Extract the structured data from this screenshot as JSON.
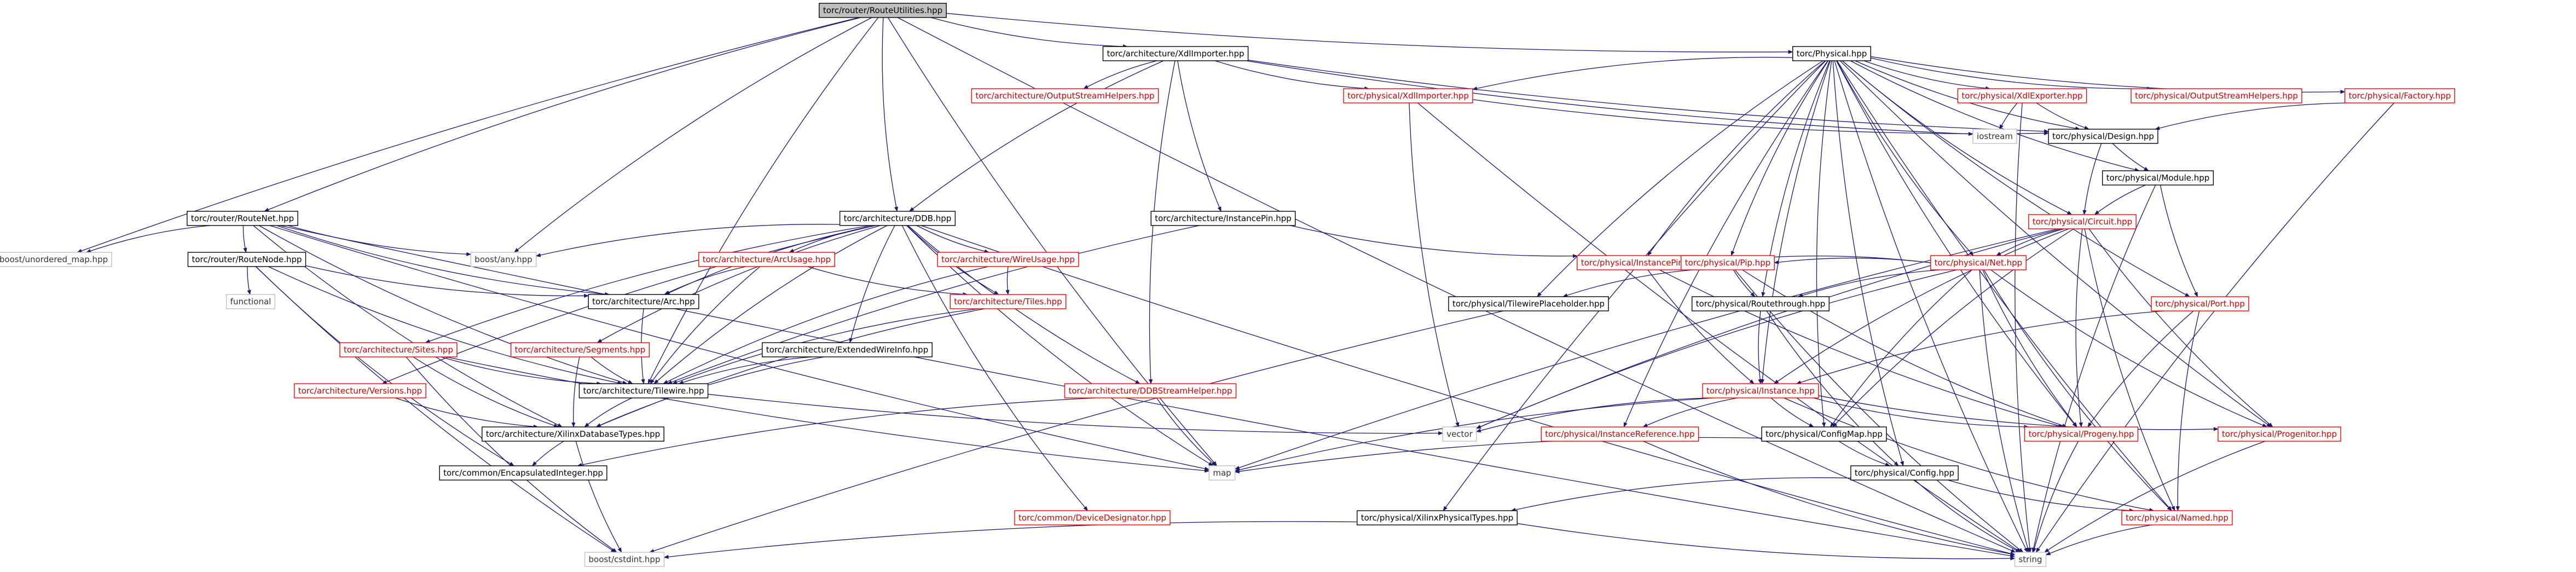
{
  "colors": {
    "edge": "#191970",
    "normal_border": "#000000",
    "missing_border": "#ff0000",
    "root_fill": "#bfbfbf",
    "normal_text": "#000000",
    "missing_text": "#d00000",
    "external_border": "#bfbfbf",
    "external_text": "#333333"
  },
  "nodes": [
    {
      "id": "routeutilities",
      "label": "torc/router/RouteUtilities.hpp",
      "style": "root"
    },
    {
      "id": "xdlimporter",
      "label": "torc/architecture/XdlImporter.hpp",
      "style": "normal"
    },
    {
      "id": "physical",
      "label": "torc/Physical.hpp",
      "style": "normal"
    },
    {
      "id": "arch_outstream",
      "label": "torc/architecture/OutputStreamHelpers.hpp",
      "style": "missing"
    },
    {
      "id": "phys_xdlimporter",
      "label": "torc/physical/XdlImporter.hpp",
      "style": "missing"
    },
    {
      "id": "phys_xdlexporter",
      "label": "torc/physical/XdlExporter.hpp",
      "style": "missing"
    },
    {
      "id": "phys_outstream",
      "label": "torc/physical/OutputStreamHelpers.hpp",
      "style": "missing"
    },
    {
      "id": "phys_factory",
      "label": "torc/physical/Factory.hpp",
      "style": "missing"
    },
    {
      "id": "iostream",
      "label": "iostream",
      "style": "external"
    },
    {
      "id": "design",
      "label": "torc/physical/Design.hpp",
      "style": "normal"
    },
    {
      "id": "module",
      "label": "torc/physical/Module.hpp",
      "style": "normal"
    },
    {
      "id": "circuit",
      "label": "torc/physical/Circuit.hpp",
      "style": "missing"
    },
    {
      "id": "net",
      "label": "torc/physical/Net.hpp",
      "style": "missing"
    },
    {
      "id": "routenet",
      "label": "torc/router/RouteNet.hpp",
      "style": "normal"
    },
    {
      "id": "unordered_map",
      "label": "boost/unordered_map.hpp",
      "style": "external"
    },
    {
      "id": "routenode",
      "label": "torc/router/RouteNode.hpp",
      "style": "normal"
    },
    {
      "id": "functional",
      "label": "functional",
      "style": "external"
    },
    {
      "id": "ddb",
      "label": "torc/architecture/DDB.hpp",
      "style": "normal"
    },
    {
      "id": "boost_any",
      "label": "boost/any.hpp",
      "style": "external"
    },
    {
      "id": "arch_instancepin",
      "label": "torc/architecture/InstancePin.hpp",
      "style": "normal"
    },
    {
      "id": "arc_usage",
      "label": "torc/architecture/ArcUsage.hpp",
      "style": "missing"
    },
    {
      "id": "wire_usage",
      "label": "torc/architecture/WireUsage.hpp",
      "style": "missing"
    },
    {
      "id": "sites",
      "label": "torc/architecture/Sites.hpp",
      "style": "missing"
    },
    {
      "id": "segments",
      "label": "torc/architecture/Segments.hpp",
      "style": "missing"
    },
    {
      "id": "arc",
      "label": "torc/architecture/Arc.hpp",
      "style": "normal"
    },
    {
      "id": "tiles",
      "label": "torc/architecture/Tiles.hpp",
      "style": "missing"
    },
    {
      "id": "ext_wireinfo",
      "label": "torc/architecture/ExtendedWireInfo.hpp",
      "style": "normal"
    },
    {
      "id": "versions",
      "label": "torc/architecture/Versions.hpp",
      "style": "missing"
    },
    {
      "id": "tilewire",
      "label": "torc/architecture/Tilewire.hpp",
      "style": "normal"
    },
    {
      "id": "ddb_stream",
      "label": "torc/architecture/DDBStreamHelper.hpp",
      "style": "missing"
    },
    {
      "id": "xilinx_db_types",
      "label": "torc/architecture/XilinxDatabaseTypes.hpp",
      "style": "normal"
    },
    {
      "id": "encap_int",
      "label": "torc/common/EncapsulatedInteger.hpp",
      "style": "normal"
    },
    {
      "id": "dev_designator",
      "label": "torc/common/DeviceDesignator.hpp",
      "style": "missing"
    },
    {
      "id": "cstdint",
      "label": "boost/cstdint.hpp",
      "style": "external"
    },
    {
      "id": "phys_instancepin",
      "label": "torc/physical/InstancePin.hpp",
      "style": "missing"
    },
    {
      "id": "pip",
      "label": "torc/physical/Pip.hpp",
      "style": "missing"
    },
    {
      "id": "tilewire_placeholder",
      "label": "torc/physical/TilewirePlaceholder.hpp",
      "style": "normal"
    },
    {
      "id": "routethrough",
      "label": "torc/physical/Routethrough.hpp",
      "style": "normal"
    },
    {
      "id": "port",
      "label": "torc/physical/Port.hpp",
      "style": "missing"
    },
    {
      "id": "instance",
      "label": "torc/physical/Instance.hpp",
      "style": "missing"
    },
    {
      "id": "vector",
      "label": "vector",
      "style": "external"
    },
    {
      "id": "instance_ref",
      "label": "torc/physical/InstanceReference.hpp",
      "style": "missing"
    },
    {
      "id": "configmap",
      "label": "torc/physical/ConfigMap.hpp",
      "style": "normal"
    },
    {
      "id": "progeny",
      "label": "torc/physical/Progeny.hpp",
      "style": "missing"
    },
    {
      "id": "progenitor",
      "label": "torc/physical/Progenitor.hpp",
      "style": "missing"
    },
    {
      "id": "map",
      "label": "map",
      "style": "external"
    },
    {
      "id": "config",
      "label": "torc/physical/Config.hpp",
      "style": "normal"
    },
    {
      "id": "xilinx_phys_types",
      "label": "torc/physical/XilinxPhysicalTypes.hpp",
      "style": "normal"
    },
    {
      "id": "named",
      "label": "torc/physical/Named.hpp",
      "style": "missing"
    },
    {
      "id": "string",
      "label": "string",
      "style": "external"
    }
  ],
  "edges": [
    [
      "routeutilities",
      "xdlimporter"
    ],
    [
      "routeutilities",
      "physical"
    ],
    [
      "routeutilities",
      "routenet"
    ],
    [
      "routeutilities",
      "unordered_map"
    ],
    [
      "routeutilities",
      "ddb"
    ],
    [
      "routeutilities",
      "boost_any"
    ],
    [
      "routeutilities",
      "tilewire"
    ],
    [
      "routeutilities",
      "map"
    ],
    [
      "routeutilities",
      "string"
    ],
    [
      "xdlimporter",
      "arch_outstream"
    ],
    [
      "xdlimporter",
      "ddb"
    ],
    [
      "xdlimporter",
      "arch_instancepin"
    ],
    [
      "xdlimporter",
      "ddb_stream"
    ],
    [
      "xdlimporter",
      "phys_xdlimporter"
    ],
    [
      "xdlimporter",
      "design"
    ],
    [
      "xdlimporter",
      "iostream"
    ],
    [
      "physical",
      "phys_xdlimporter"
    ],
    [
      "physical",
      "phys_xdlexporter"
    ],
    [
      "physical",
      "phys_outstream"
    ],
    [
      "physical",
      "phys_factory"
    ],
    [
      "physical",
      "design"
    ],
    [
      "physical",
      "module"
    ],
    [
      "physical",
      "circuit"
    ],
    [
      "physical",
      "net"
    ],
    [
      "physical",
      "phys_instancepin"
    ],
    [
      "physical",
      "pip"
    ],
    [
      "physical",
      "tilewire_placeholder"
    ],
    [
      "physical",
      "routethrough"
    ],
    [
      "physical",
      "port"
    ],
    [
      "physical",
      "instance"
    ],
    [
      "physical",
      "instance_ref"
    ],
    [
      "physical",
      "configmap"
    ],
    [
      "physical",
      "config"
    ],
    [
      "physical",
      "progeny"
    ],
    [
      "physical",
      "named"
    ],
    [
      "physical",
      "xilinx_phys_types"
    ],
    [
      "physical",
      "string"
    ],
    [
      "physical",
      "progenitor"
    ],
    [
      "phys_xdlimporter",
      "design"
    ],
    [
      "phys_xdlimporter",
      "vector"
    ],
    [
      "phys_xdlimporter",
      "string"
    ],
    [
      "phys_xdlexporter",
      "design"
    ],
    [
      "phys_xdlexporter",
      "iostream"
    ],
    [
      "phys_xdlexporter",
      "string"
    ],
    [
      "phys_factory",
      "design"
    ],
    [
      "phys_factory",
      "string"
    ],
    [
      "design",
      "module"
    ],
    [
      "design",
      "circuit"
    ],
    [
      "module",
      "circuit"
    ],
    [
      "module",
      "port"
    ],
    [
      "module",
      "string"
    ],
    [
      "circuit",
      "net"
    ],
    [
      "circuit",
      "instance"
    ],
    [
      "circuit",
      "progeny"
    ],
    [
      "circuit",
      "progenitor"
    ],
    [
      "circuit",
      "map"
    ],
    [
      "circuit",
      "named"
    ],
    [
      "circuit",
      "vector"
    ],
    [
      "circuit",
      "configmap"
    ],
    [
      "net",
      "phys_instancepin"
    ],
    [
      "net",
      "pip"
    ],
    [
      "net",
      "routethrough"
    ],
    [
      "net",
      "configmap"
    ],
    [
      "net",
      "progeny"
    ],
    [
      "net",
      "progenitor"
    ],
    [
      "net",
      "named"
    ],
    [
      "net",
      "string"
    ],
    [
      "net",
      "vector"
    ],
    [
      "routenet",
      "unordered_map"
    ],
    [
      "routenet",
      "routenode"
    ],
    [
      "routenet",
      "arc"
    ],
    [
      "routenet",
      "tilewire"
    ],
    [
      "routenet",
      "boost_any"
    ],
    [
      "routenet",
      "map"
    ],
    [
      "routenet",
      "string"
    ],
    [
      "routenet",
      "xilinx_db_types"
    ],
    [
      "routenode",
      "functional"
    ],
    [
      "routenode",
      "arc"
    ],
    [
      "routenode",
      "tilewire"
    ],
    [
      "routenode",
      "cstdint"
    ],
    [
      "routenode",
      "encap_int"
    ],
    [
      "ddb",
      "boost_any"
    ],
    [
      "ddb",
      "arc_usage"
    ],
    [
      "ddb",
      "wire_usage"
    ],
    [
      "ddb",
      "sites"
    ],
    [
      "ddb",
      "segments"
    ],
    [
      "ddb",
      "arc"
    ],
    [
      "ddb",
      "tiles"
    ],
    [
      "ddb",
      "ext_wireinfo"
    ],
    [
      "ddb",
      "versions"
    ],
    [
      "ddb",
      "tilewire"
    ],
    [
      "ddb",
      "ddb_stream"
    ],
    [
      "ddb",
      "dev_designator"
    ],
    [
      "ddb",
      "map"
    ],
    [
      "ddb",
      "string"
    ],
    [
      "arch_instancepin",
      "tilewire"
    ],
    [
      "arch_instancepin",
      "phys_instancepin"
    ],
    [
      "arc_usage",
      "tiles"
    ],
    [
      "arc_usage",
      "arc"
    ],
    [
      "arc_usage",
      "tilewire"
    ],
    [
      "wire_usage",
      "tiles"
    ],
    [
      "wire_usage",
      "tilewire"
    ],
    [
      "sites",
      "xilinx_db_types"
    ],
    [
      "sites",
      "cstdint"
    ],
    [
      "sites",
      "tilewire"
    ],
    [
      "sites",
      "map"
    ],
    [
      "segments",
      "xilinx_db_types"
    ],
    [
      "segments",
      "tilewire"
    ],
    [
      "arc",
      "tilewire"
    ],
    [
      "tiles",
      "xilinx_db_types"
    ],
    [
      "tiles",
      "tilewire"
    ],
    [
      "ext_wireinfo",
      "tilewire"
    ],
    [
      "ext_wireinfo",
      "xilinx_db_types"
    ],
    [
      "versions",
      "xilinx_db_types"
    ],
    [
      "tilewire",
      "xilinx_db_types"
    ],
    [
      "tilewire",
      "vector"
    ],
    [
      "ddb_stream",
      "encap_int"
    ],
    [
      "ddb_stream",
      "map"
    ],
    [
      "xilinx_db_types",
      "encap_int"
    ],
    [
      "xilinx_db_types",
      "cstdint"
    ],
    [
      "phys_instancepin",
      "instance"
    ],
    [
      "phys_instancepin",
      "progeny"
    ],
    [
      "pip",
      "tilewire_placeholder"
    ],
    [
      "pip",
      "routethrough"
    ],
    [
      "pip",
      "progeny"
    ],
    [
      "pip",
      "string"
    ],
    [
      "tilewire_placeholder",
      "cstdint"
    ],
    [
      "routethrough",
      "instance"
    ],
    [
      "routethrough",
      "config"
    ],
    [
      "port",
      "instance"
    ],
    [
      "port",
      "progeny"
    ],
    [
      "port",
      "named"
    ],
    [
      "instance",
      "instance_ref"
    ],
    [
      "instance",
      "configmap"
    ],
    [
      "instance",
      "progeny"
    ],
    [
      "instance",
      "progenitor"
    ],
    [
      "instance",
      "map"
    ],
    [
      "instance",
      "named"
    ],
    [
      "instance",
      "vector"
    ],
    [
      "instance_ref",
      "string"
    ],
    [
      "configmap",
      "config"
    ],
    [
      "configmap",
      "map"
    ],
    [
      "progeny",
      "string"
    ],
    [
      "progenitor",
      "string"
    ],
    [
      "config",
      "named"
    ],
    [
      "config",
      "string"
    ],
    [
      "config",
      "xilinx_phys_types"
    ],
    [
      "xilinx_phys_types",
      "cstdint"
    ],
    [
      "xilinx_phys_types",
      "string"
    ],
    [
      "named",
      "string"
    ]
  ]
}
